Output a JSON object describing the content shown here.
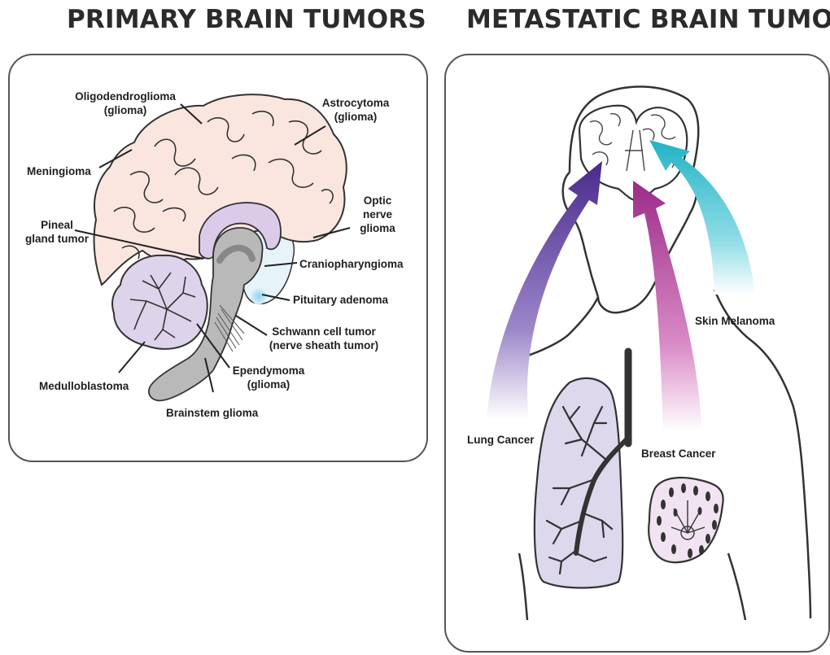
{
  "titles": {
    "left": "PRIMARY BRAIN TUMORS",
    "right": "METASTATIC BRAIN TUMORS"
  },
  "primary_labels": {
    "oligodendroglioma": [
      "Oligodendroglioma",
      "(glioma)"
    ],
    "astrocytoma": [
      "Astrocytoma",
      "(glioma)"
    ],
    "meningioma": "Meningioma",
    "optic": [
      "Optic",
      "nerve",
      "glioma"
    ],
    "pineal": [
      "Pineal",
      "gland tumor"
    ],
    "craniopharyngioma": "Craniopharyngioma",
    "pituitary": "Pituitary adenoma",
    "schwann": [
      "Schwann cell tumor",
      "(nerve sheath tumor)"
    ],
    "medulloblastoma": "Medulloblastoma",
    "ependymoma": [
      "Ependymoma",
      "(glioma)"
    ],
    "brainstem": "Brainstem glioma"
  },
  "metastatic_labels": {
    "skin": "Skin Melanoma",
    "lung": "Lung Cancer",
    "breast": "Breast Cancer"
  },
  "colors": {
    "brain": "#fbe6df",
    "cerebellum": "#ddd3ea",
    "stem": "#b9b9b9",
    "corpus": "#d9c9e6",
    "pituitary": "#ddf0f8",
    "lung_arrow": "#4a2a8c",
    "breast_arrow": "#a4348f",
    "skin_arrow": "#2fb8c8",
    "lung_fill": "#ddd8ec",
    "outline": "#333333"
  }
}
